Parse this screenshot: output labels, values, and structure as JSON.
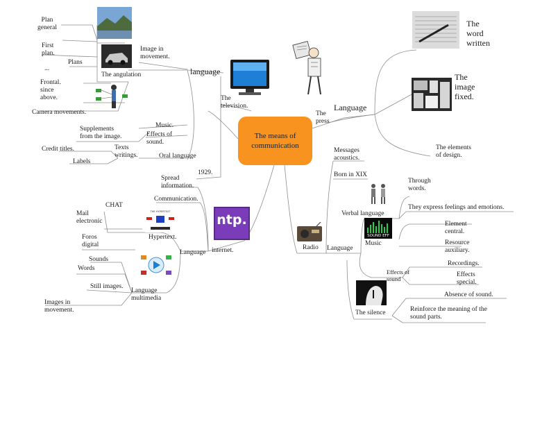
{
  "center": {
    "title": "The means of\ncommunication"
  },
  "television": {
    "label": "The\ntelevision.",
    "language": "language",
    "image_in_movement": "Image in\nmovement.",
    "plan_general": "Plan\ngeneral",
    "first_plan": "First\nplan.",
    "plans": "Plans",
    "ellipsis": "...",
    "angulation": "The angulation",
    "frontal": "Frontal.\nsince\nabove.",
    "camera_movements": "Camera movements.",
    "music": "Music.",
    "effects_sound": "Effects of\nsound.",
    "supplements": "Supplements\nfrom the image.",
    "texts_writings": "Texts\nwritings.",
    "oral_language": "Oral language",
    "credit_titles": "Credit titles.",
    "labels": "Labels"
  },
  "press": {
    "label": "The\npress",
    "language": "Language",
    "word_written": "The\nword\nwritten",
    "image_fixed": "The\nimage\nfixed.",
    "design_elements": "The elements\nof design."
  },
  "internet": {
    "year": "1929.",
    "label": "internet.",
    "spread": "Spread\ninformation.",
    "communication": "Communication.",
    "language": "Language",
    "chat": "CHAT",
    "mail": "Mail\nelectronic",
    "forums": "Foros\ndigital",
    "hypertext": "Hypertext.",
    "sounds": "Sounds",
    "words": "Words",
    "still_images": "Still images.",
    "multimedia": "Language\nmultimedia",
    "images_movement": "Images in\nmovement.",
    "hypertext_banner": "THE HYPERTEXT",
    "ntp": "ntp."
  },
  "radio": {
    "messages": "Messages\nacoustics.",
    "born": "Born in XIX",
    "label": "Radio",
    "language": "Language",
    "verbal": "Verbal language",
    "through_words": "Through\nwords.",
    "feelings": "They express feelings and emotions.",
    "music": "Music",
    "element_central": "Element\ncentral.",
    "resource_aux": "Resource\nauxiliary.",
    "effects": "Effects of\nsound",
    "recordings": "Recordings.",
    "effects_special": "Effects\nspecial.",
    "silence": "The silence",
    "absence": "Absence of sound.",
    "reinforce": "Reinforce the meaning of the\nsound parts.",
    "sound_eff": "SOUND EFF"
  },
  "colors": {
    "center": "#f7931e",
    "line": "#8c8c8c"
  }
}
